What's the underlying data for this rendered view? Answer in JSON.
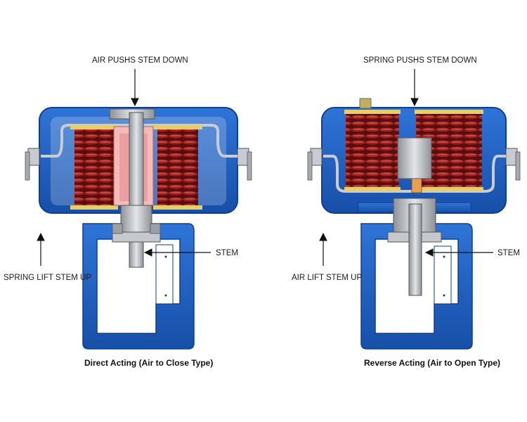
{
  "left": {
    "top_label": "AIR PUSHS STEM DOWN",
    "side_label": "SPRING LIFT STEM UP",
    "stem_label": "STEM",
    "caption": "Direct Acting (Air to Close Type)"
  },
  "right": {
    "top_label": "SPRING PUSHS STEM DOWN",
    "side_label": "AIR LIFT STEM UP",
    "stem_label": "STEM",
    "caption": "Reverse Acting (Air to Open Type)"
  },
  "colors": {
    "housing_blue": "#1e5fc0",
    "housing_dark": "#0f3f8f",
    "spring": "#8a1a1a",
    "steel": "#b8bcc2",
    "diaphragm": "#c9ccd2"
  }
}
